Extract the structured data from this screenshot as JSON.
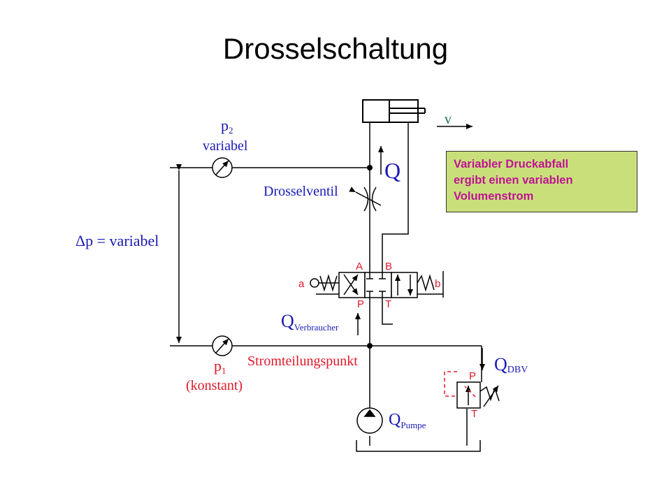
{
  "title": "Drosselschaltung",
  "labels": {
    "velocity": "v",
    "p2_symbol": "p",
    "p2_sub": "2",
    "p2_desc": "variabel",
    "q_main": "Q",
    "throttle": "Drosselventil",
    "delta_p": "Δp = variabel",
    "valve_a": "A",
    "valve_b": "B",
    "valve_p": "P",
    "valve_t": "T",
    "actuator_a": "a",
    "actuator_b": "b",
    "q_consumer_main": "Q",
    "q_consumer_sub": "Verbraucher",
    "p1_symbol": "p",
    "p1_sub": "1",
    "p1_desc": "(konstant)",
    "split_point": "Stromteilungspunkt",
    "q_relief_main": "Q",
    "q_relief_sub": "DBV",
    "relief_p": "P",
    "relief_t": "T",
    "q_pump_main": "Q",
    "q_pump_sub": "Pumpe"
  },
  "info_box": {
    "lines": [
      "Variabler Druckabfall",
      "ergibt einen variablen",
      "Volumenstrom"
    ]
  },
  "colors": {
    "blue_label": "#1a1ab4",
    "red_label": "#e0182a",
    "line": "#000000",
    "info_bg": "#c9e07a",
    "info_text": "#c01296",
    "velocity": "#2a6e4a"
  }
}
